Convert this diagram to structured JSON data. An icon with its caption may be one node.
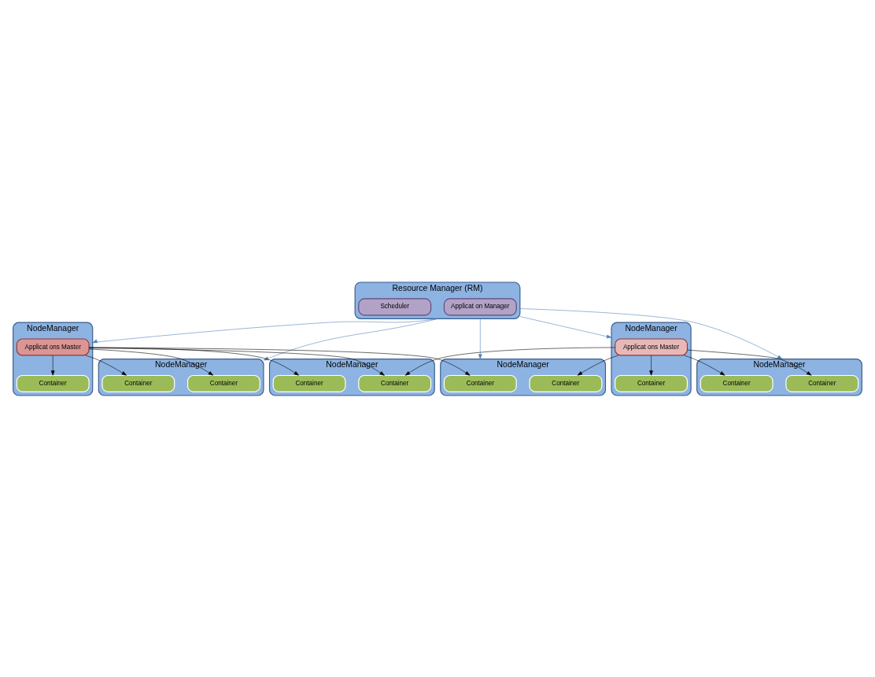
{
  "diagram": {
    "nodes": [
      {
        "text": [
          "Resource Manager (RM)"
        ]
      },
      {
        "text": [
          "Applicat on Manager"
        ],
        "in": 0
      },
      {
        "text": [
          "Scheduler"
        ],
        "in": 0
      },
      {
        "text": [
          "NodeManager"
        ]
      },
      {
        "text": [
          "Applicat ons Master"
        ],
        "in": 3
      },
      {
        "text": [
          "Container"
        ],
        "in": 3
      },
      {
        "text": [
          "NodeManager"
        ]
      },
      {
        "text": [
          "Container"
        ],
        "in": 6
      },
      {
        "text": [
          "Container"
        ],
        "in": 6
      },
      {
        "text": [
          "NodeManager"
        ]
      },
      {
        "text": [
          "Container"
        ],
        "in": 9
      },
      {
        "text": [
          "Container"
        ],
        "in": 9
      },
      {
        "text": [
          "NodeManager"
        ]
      },
      {
        "text": [
          "Container"
        ],
        "in": 12
      },
      {
        "text": [
          "Container"
        ],
        "in": 12
      },
      {
        "text": [
          "NodeManager"
        ]
      },
      {
        "text": [
          "Container"
        ],
        "in": 15
      },
      {
        "text": [
          "Container"
        ],
        "in": 15
      },
      {
        "text": [
          "NodeManager"
        ]
      },
      {
        "text": [
          "Applicat ons Master"
        ],
        "in": 18
      },
      {
        "text": [
          "Container"
        ],
        "in": 18
      }
    ],
    "edges": [
      {
        "from": 0,
        "to": 3,
        "arrow": "to",
        "color": "#4f81bd"
      },
      {
        "from": 0,
        "to": 12,
        "arrow": "to",
        "color": "#4f81bd"
      },
      {
        "from": 0,
        "to": 6,
        "arrow": "to",
        "color": "#4f81bd"
      },
      {
        "from": 0,
        "to": 9,
        "arrow": "to",
        "color": "#4f81bd"
      },
      {
        "from": 0,
        "to": 18,
        "arrow": "to",
        "color": "#4f81bd"
      },
      {
        "from": 4,
        "to": 5,
        "arrow": "to"
      },
      {
        "from": 4,
        "to": 7,
        "arrow": "to"
      },
      {
        "from": 4,
        "to": 13,
        "arrow": "to"
      },
      {
        "from": 4,
        "to": 16,
        "arrow": "to"
      },
      {
        "from": 4,
        "to": 14,
        "arrow": "to"
      },
      {
        "from": 4,
        "to": 17,
        "arrow": "to"
      },
      {
        "from": 19,
        "to": 10,
        "arrow": "to"
      },
      {
        "from": 19,
        "to": 8,
        "arrow": "to"
      },
      {
        "from": 19,
        "to": 11,
        "arrow": "to"
      },
      {
        "from": 19,
        "to": 17,
        "arrow": "to"
      },
      {
        "from": 19,
        "to": 20,
        "arrow": "to"
      }
    ]
  }
}
